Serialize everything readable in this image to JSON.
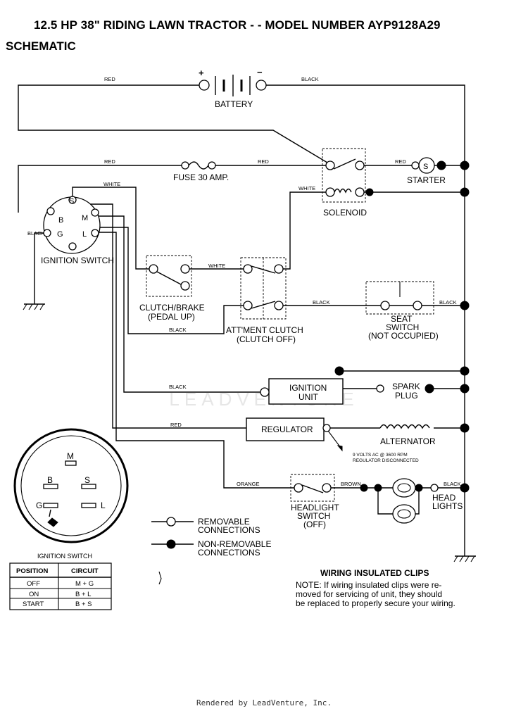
{
  "header": {
    "title": "12.5 HP 38\" RIDING LAWN TRACTOR - - MODEL NUMBER AYP9128A29",
    "subtitle": "SCHEMATIC"
  },
  "watermark": "LEADVENTURE",
  "footer": "Rendered by LeadVenture, Inc.",
  "wire_colors": {
    "red": "RED",
    "black": "BLACK",
    "white": "WHITE",
    "orange": "ORANGE",
    "brown": "BROWN"
  },
  "components": {
    "battery": "BATTERY",
    "battery_plus": "+",
    "battery_minus": "−",
    "fuse": "FUSE 30 AMP.",
    "starter": "STARTER",
    "starter_symbol": "S",
    "solenoid": "SOLENOID",
    "ignition_switch": "IGNITION SWITCH",
    "clutch_brake_1": "CLUTCH/BRAKE",
    "clutch_brake_2": "(PEDAL UP)",
    "att_clutch_1": "ATT'MENT CLUTCH",
    "att_clutch_2": "(CLUTCH OFF)",
    "seat_switch_1": "SEAT",
    "seat_switch_2": "SWITCH",
    "seat_switch_3": "(NOT OCCUPIED)",
    "ignition_unit_1": "IGNITION",
    "ignition_unit_2": "UNIT",
    "spark_plug_1": "SPARK",
    "spark_plug_2": "PLUG",
    "regulator": "REGULATOR",
    "alternator": "ALTERNATOR",
    "regulator_note_1": "9  VOLTS AC @ 3600 RPM",
    "regulator_note_2": "REGULATOR DISCONNECTED",
    "headlight_switch_1": "HEADLIGHT",
    "headlight_switch_2": "SWITCH",
    "headlight_switch_3": "(OFF)",
    "head_lights_1": "HEAD",
    "head_lights_2": "LIGHTS"
  },
  "ignition_pins": [
    "S",
    "B",
    "M",
    "G",
    "L"
  ],
  "legend": {
    "removable_1": "REMOVABLE",
    "removable_2": "CONNECTIONS",
    "non_removable_1": "NON-REMOVABLE",
    "non_removable_2": "CONNECTIONS"
  },
  "ignition_detail": {
    "label": "IGNITION SWITCH",
    "pins": [
      "M",
      "B",
      "S",
      "G",
      "L"
    ]
  },
  "switch_table": {
    "headers": [
      "POSITION",
      "CIRCUIT"
    ],
    "rows": [
      {
        "position": "OFF",
        "circuit": "M + G"
      },
      {
        "position": "ON",
        "circuit": "B + L"
      },
      {
        "position": "START",
        "circuit": "B + S"
      }
    ]
  },
  "clips_note": {
    "title": "WIRING INSULATED CLIPS",
    "line1": "NOTE: If wiring insulated clips  were  re-",
    "line2": "moved  for servicing  of  unit,  they should",
    "line3": "be replaced to properly secure your wiring."
  }
}
